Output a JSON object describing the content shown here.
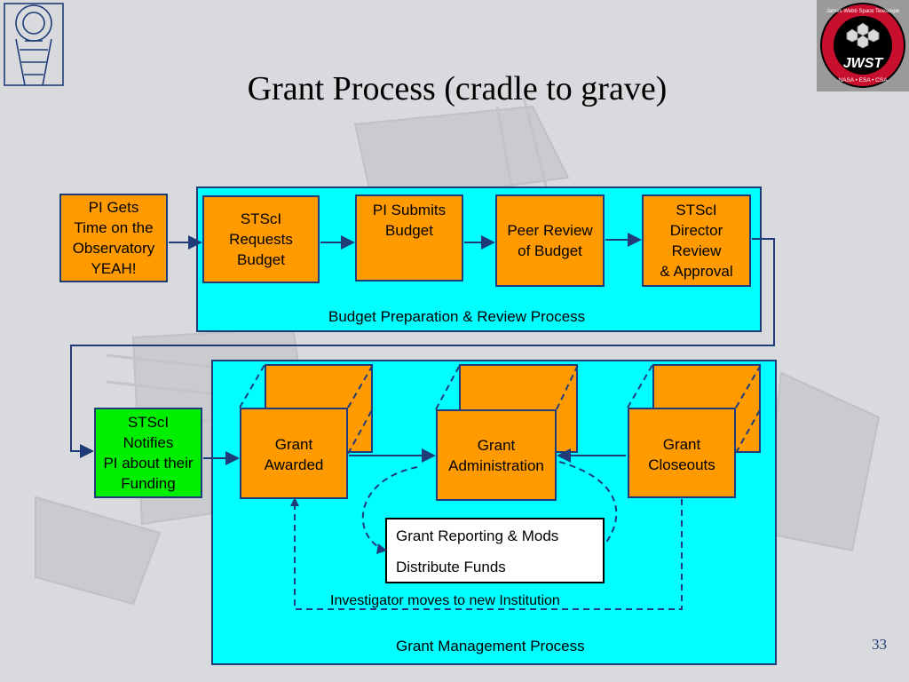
{
  "slide": {
    "title": "Grant Process (cradle to grave)",
    "page_number": "33"
  },
  "logos": {
    "stsci_icon": "stsci-logo-icon",
    "jwst_icon": "jwst-logo-icon",
    "jwst_ring_text": "James Webb Space Telescope",
    "jwst_center_text": "JWST",
    "jwst_agencies_text": "NASA • ESA • CSA"
  },
  "budget_section": {
    "caption": "Budget Preparation & Review Process",
    "start_box": "PI Gets\nTime on the\nObservatory\nYEAH!",
    "steps": [
      "STScI\nRequests\nBudget",
      "PI Submits\nBudget",
      "Peer Review\nof Budget",
      "STScI\nDirector\nReview\n& Approval"
    ]
  },
  "grant_section": {
    "caption": "Grant  Management Process",
    "notify_box": "STScI\nNotifies\nPI about their\nFunding",
    "stages": [
      "Grant\nAwarded",
      "Grant\nAdministration",
      "Grant\nCloseouts"
    ],
    "reporting_items": [
      "Grant Reporting & Mods",
      "Distribute Funds"
    ],
    "loop_label": "Investigator moves to new Institution"
  },
  "colors": {
    "background": "#d8dadd",
    "panel": "#00ffff",
    "step_box": "#ff9a00",
    "notify_box": "#00ee00",
    "border": "#1f3c78"
  }
}
